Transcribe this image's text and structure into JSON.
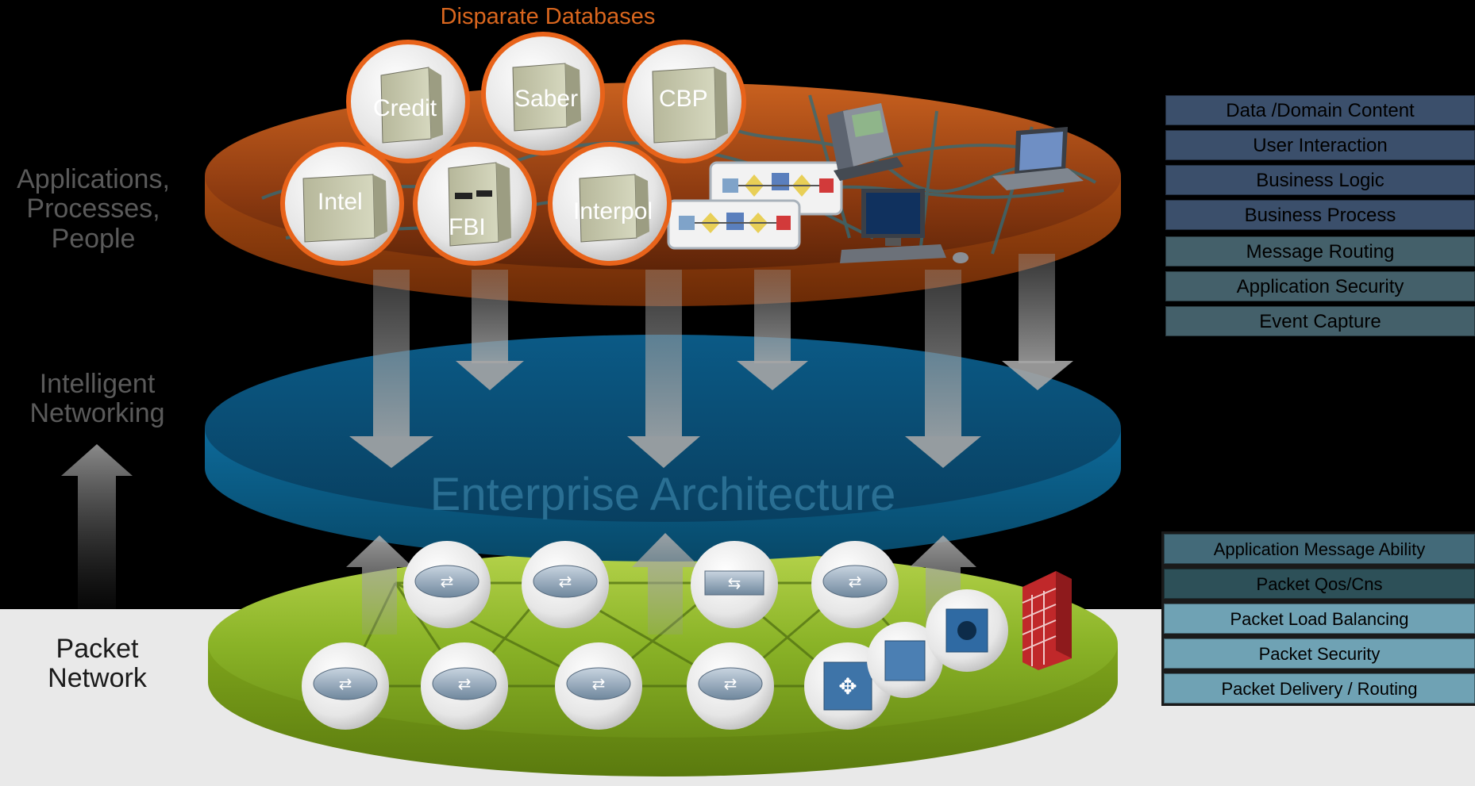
{
  "header": {
    "subtitle": "Disparate Databases"
  },
  "left_labels": {
    "applications": [
      "Applications,",
      "Processes,",
      "People"
    ],
    "intelligent": [
      "Intelligent",
      "Networking"
    ],
    "packet": [
      "Packet",
      "Network"
    ]
  },
  "center_title": "Enterprise Architecture",
  "databases": [
    "Credit",
    "Saber",
    "CBP",
    "Intel",
    "FBI",
    "Interpol"
  ],
  "upper_layers": [
    "Data /Domain Content",
    "User Interaction",
    "Business Logic",
    "Business Process",
    "Message Routing",
    "Application Security",
    "Event Capture"
  ],
  "lower_layers": [
    "Application Message Ability",
    "Packet Qos/Cns",
    "Packet Load Balancing",
    "Packet Security",
    "Packet Delivery / Routing"
  ],
  "colors": {
    "orange_disc": "#9a3e10",
    "blue_disc": "#0e5a82",
    "green_disc": "#8bb426",
    "upper_layer_blue": "#3b4f6b",
    "upper_layer_teal": "#44606a",
    "lower_layer_dark": "#2d5058",
    "lower_layer_light": "#6fa2b4",
    "subtitle_orange": "#d9661e"
  },
  "icons": [
    "server-icon",
    "ip-phone-icon",
    "laptop-icon",
    "desktop-computer-icon",
    "workflow-icon",
    "router-icon",
    "switch-icon",
    "load-balancer-icon",
    "firewall-icon",
    "arrow-icon"
  ]
}
